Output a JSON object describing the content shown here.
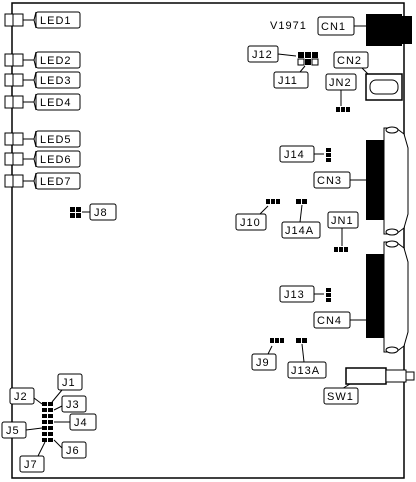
{
  "board": {
    "revision": "V1971",
    "leds": [
      "LED1",
      "LED2",
      "LED3",
      "LED4",
      "LED5",
      "LED6",
      "LED7"
    ],
    "connectors": {
      "cn1": "CN1",
      "cn2": "CN2",
      "cn3": "CN3",
      "cn4": "CN4",
      "sw1": "SW1"
    },
    "jumpers": {
      "j1": "J1",
      "j2": "J2",
      "j3": "J3",
      "j4": "J4",
      "j5": "J5",
      "j6": "J6",
      "j7": "J7",
      "j8": "J8",
      "j9": "J9",
      "j10": "J10",
      "j11": "J11",
      "j12": "J12",
      "j13": "J13",
      "j13a": "J13A",
      "j14": "J14",
      "j14a": "J14A",
      "jn1": "JN1",
      "jn2": "JN2"
    }
  }
}
